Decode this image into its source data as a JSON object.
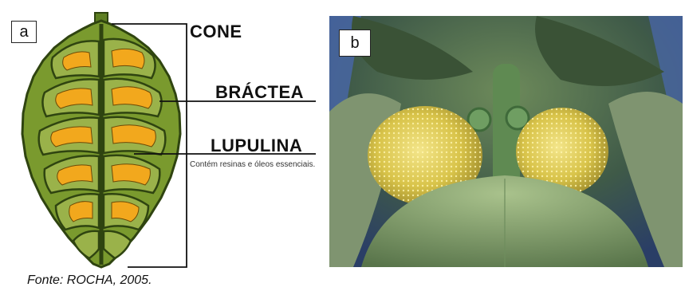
{
  "panel_a": {
    "tag": "a",
    "labels": {
      "cone": "CONE",
      "bractea": "BRÁCTEA",
      "lupulina": "LUPULINA",
      "lupulina_desc": "Contém resinas e óleos essenciais."
    }
  },
  "panel_b": {
    "tag": "b"
  },
  "caption": "Fonte: ROCHA, 2005.",
  "colors": {
    "leaf_green": "#7a9a2e",
    "leaf_dark": "#2f4410",
    "lupulin_orange": "#f2a81d",
    "photo_blue": "#4a68b0"
  }
}
